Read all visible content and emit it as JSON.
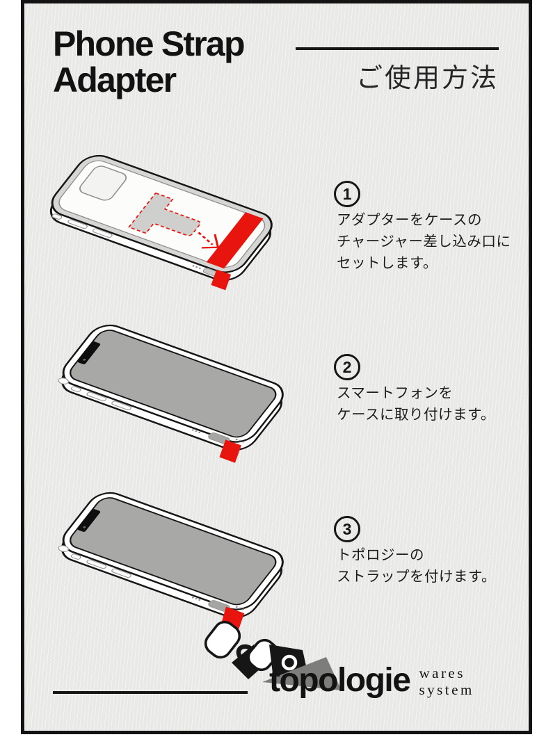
{
  "header": {
    "title_line1": "Phone Strap",
    "title_line2": "Adapter",
    "subtitle_ja": "ご使用方法"
  },
  "steps": [
    {
      "number": "1",
      "lines": [
        "アダプターをケースの",
        "チャージャー差し込み口に",
        "セットします。"
      ],
      "illustration": "phone-case-back-with-adapter-insert"
    },
    {
      "number": "2",
      "lines": [
        "スマートフォンを",
        "ケースに取り付けます。"
      ],
      "illustration": "phone-in-case-with-red-tab"
    },
    {
      "number": "3",
      "lines": [
        "トポロジーの",
        "ストラップを付けます。"
      ],
      "illustration": "phone-with-strap-attached"
    }
  ],
  "footer": {
    "brand": "topologie",
    "brand_sub_line1": "wares",
    "brand_sub_line2": "system"
  },
  "colors": {
    "accent_red": "#e8150f",
    "sheet_background": "#ebecea",
    "frame_ink": "#131313",
    "screen_gray": "#a8a8a6",
    "case_rim_gray": "#d6d6d4"
  }
}
